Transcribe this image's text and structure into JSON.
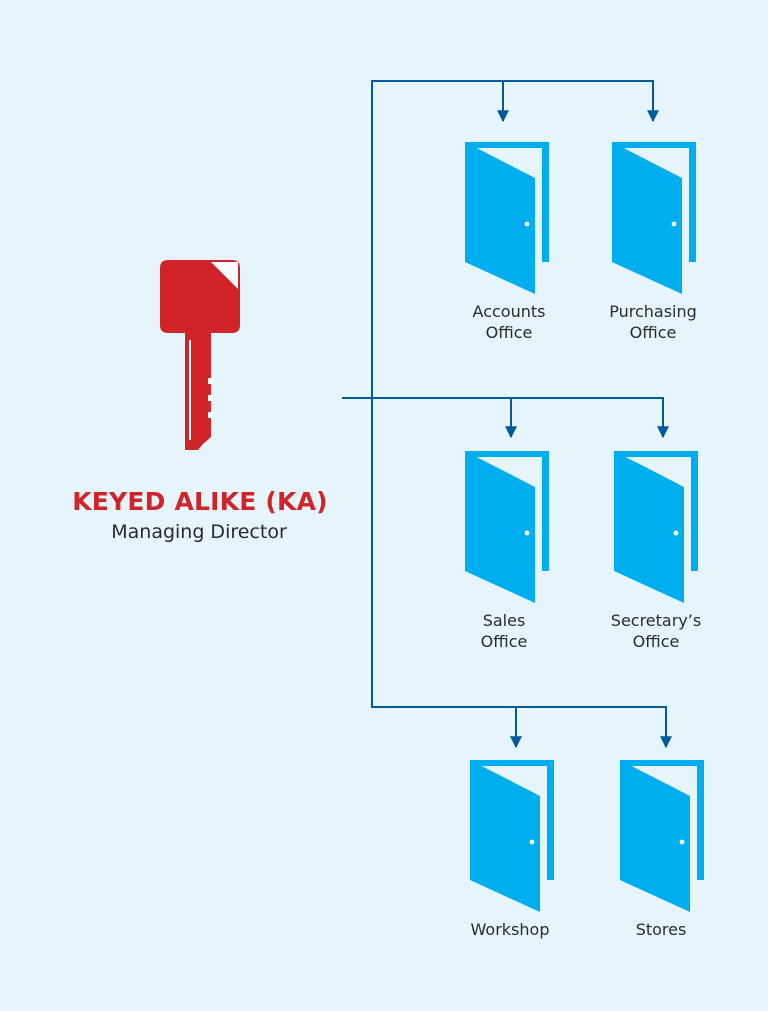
{
  "colors": {
    "background": "#e6f4fb",
    "key": "#d0242a",
    "door": "#00aeef",
    "line": "#005a9c",
    "text": "#2b2b2b"
  },
  "key": {
    "icon": "key-icon",
    "title": "KEYED ALIKE (KA)",
    "subtitle": "Managing Director"
  },
  "doors": [
    {
      "icon": "door-icon",
      "line1": "Accounts",
      "line2": "Office"
    },
    {
      "icon": "door-icon",
      "line1": "Purchasing",
      "line2": "Office"
    },
    {
      "icon": "door-icon",
      "line1": "Sales",
      "line2": "Office"
    },
    {
      "icon": "door-icon",
      "line1": "Secretary’s",
      "line2": "Office"
    },
    {
      "icon": "door-icon",
      "line1": "Workshop",
      "line2": ""
    },
    {
      "icon": "door-icon",
      "line1": "Stores",
      "line2": ""
    }
  ]
}
